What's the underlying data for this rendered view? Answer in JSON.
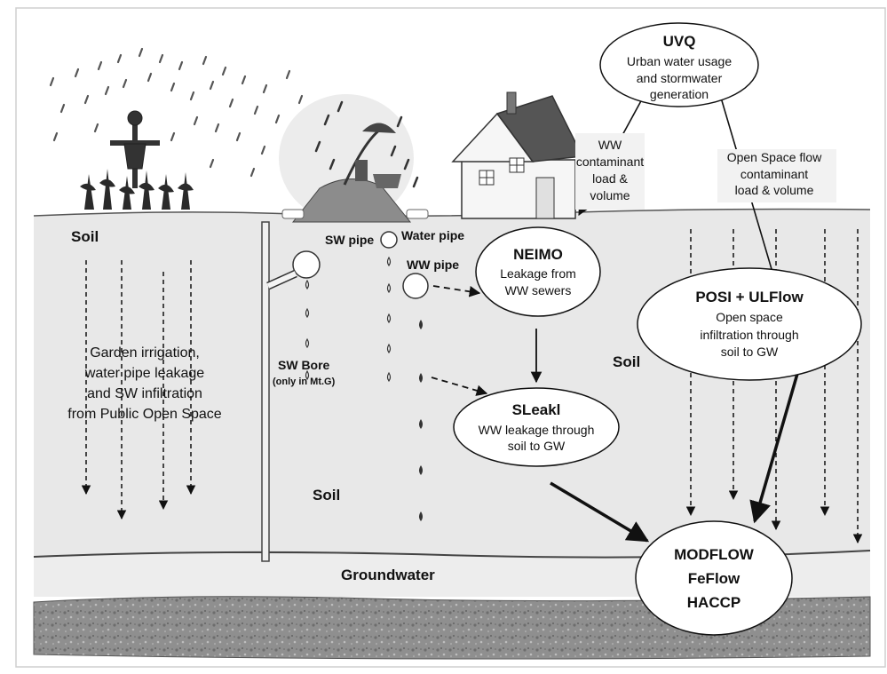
{
  "labels": {
    "soil_left": "Soil",
    "soil_mid": "Soil",
    "soil_right": "Soil",
    "groundwater": "Groundwater",
    "sw_pipe": "SW pipe",
    "water_pipe": "Water pipe",
    "ww_pipe": "WW pipe",
    "sw_bore_1": "SW Bore",
    "sw_bore_2": "(only in Mt.G)",
    "garden_1": "Garden irrigation,",
    "garden_2": "water pipe leakage",
    "garden_3": "and SW infiltration",
    "garden_4": "from Public Open Space",
    "ww_load_1": "WW",
    "ww_load_2": "contaminant",
    "ww_load_3": "load &",
    "ww_load_4": "volume",
    "open_flow_1": "Open Space flow",
    "open_flow_2": "contaminant",
    "open_flow_3": "load & volume"
  },
  "models": {
    "uvq": {
      "title": "UVQ",
      "desc_1": "Urban water usage",
      "desc_2": "and stormwater",
      "desc_3": "generation"
    },
    "neimo": {
      "title": "NEIMO",
      "desc_1": "Leakage from",
      "desc_2": "WW sewers"
    },
    "sleakl": {
      "title": "SLeakl",
      "desc_1": "WW leakage through",
      "desc_2": "soil to GW"
    },
    "posi": {
      "title": "POSI + ULFlow",
      "desc_1": "Open space",
      "desc_2": "infiltration through",
      "desc_3": "soil to GW"
    },
    "modflow": {
      "line_1": "MODFLOW",
      "line_2": "FeFlow",
      "line_3": "HACCP"
    }
  },
  "colors": {
    "soil": "#e8e8e8",
    "groundwater": "#ededed",
    "bedrock": "#9a9a9a",
    "house_roof": "#555555",
    "line": "#111111"
  }
}
